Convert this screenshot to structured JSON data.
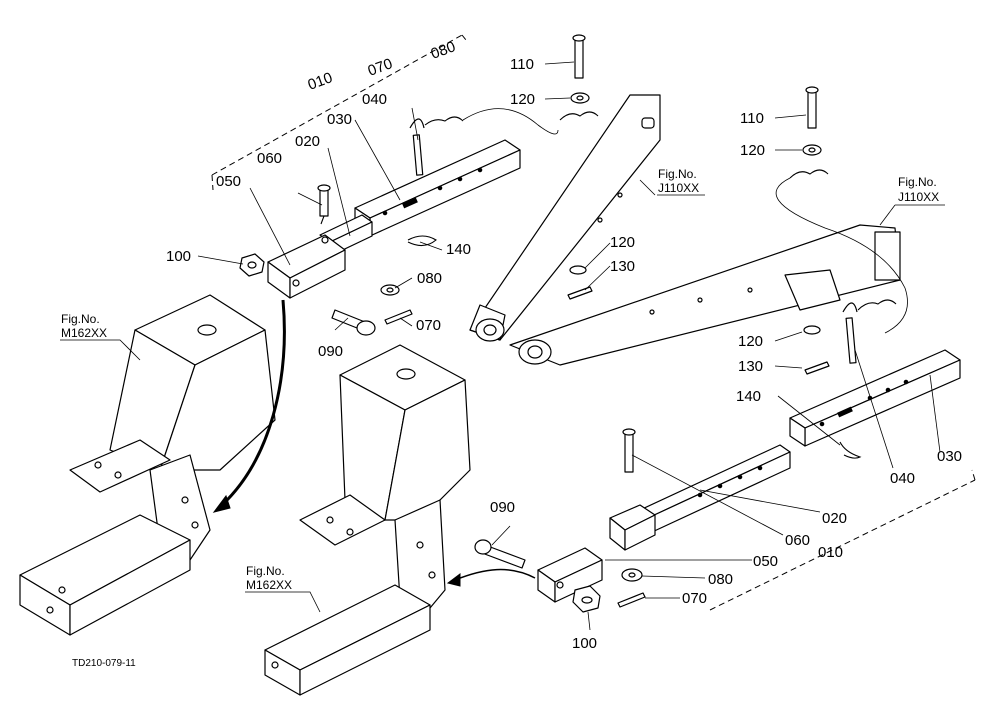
{
  "labels": {
    "p010_a": "010",
    "p070_a": "070",
    "p080_a": "080",
    "p040_a": "040",
    "p030_a": "030",
    "p020_a": "020",
    "p060_a": "060",
    "p050_a": "050",
    "p100_a": "100",
    "p140_a": "140",
    "p080_b": "080",
    "p070_b": "070",
    "p090_a": "090",
    "p110_a": "110",
    "p120_a": "120",
    "p120_b": "120",
    "p130_a": "130",
    "p110_b": "110",
    "p120_c": "120",
    "p120_d": "120",
    "p130_b": "130",
    "p140_b": "140",
    "p040_b": "040",
    "p030_b": "030",
    "p090_b": "090",
    "p020_b": "020",
    "p060_b": "060",
    "p050_b": "050",
    "p010_b": "010",
    "p080_c": "080",
    "p070_c": "070",
    "p100_b": "100"
  },
  "fig_refs": {
    "m162_a": {
      "line1": "Fig.No.",
      "line2": "M162XX"
    },
    "m162_b": {
      "line1": "Fig.No.",
      "line2": "M162XX"
    },
    "j110_a": {
      "line1": "Fig.No.",
      "line2": "J110XX"
    },
    "j110_b": {
      "line1": "Fig.No.",
      "line2": "J110XX"
    }
  },
  "drawing_code": "TD210-079-11"
}
